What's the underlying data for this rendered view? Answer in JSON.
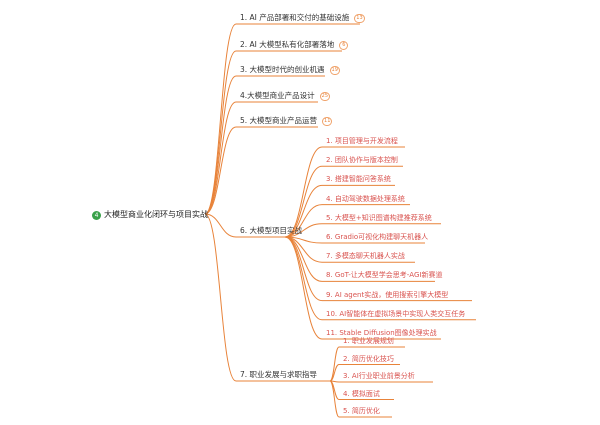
{
  "colors": {
    "connector": "#e8833a",
    "root_dot": "#3aa14a",
    "branch_text": "#333333",
    "leaf_text": "#d9534f",
    "badge": "#e8833a"
  },
  "root": {
    "icon_text": "4",
    "label": "大模型商业化闭环与项目实战"
  },
  "branches": [
    {
      "label": "1. AI 产品部署和交付的基础设施",
      "count": "13"
    },
    {
      "label": "2. AI 大模型私有化部署落地",
      "count": "6"
    },
    {
      "label": "3. 大模型时代的创业机遇",
      "count": "19"
    },
    {
      "label": "4.大模型商业产品设计",
      "count": "25"
    },
    {
      "label": "5. 大模型商业产品运营",
      "count": "11"
    },
    {
      "label": "6. 大模型项目实战",
      "children": [
        "1. 项目管理与开发流程",
        "2. 团队协作与版本控制",
        "3. 搭建智能问答系统",
        "4. 自动驾驶数据处理系统",
        "5. 大模型+知识图谱构建推荐系统",
        "6. Gradio可视化构建聊天机器人",
        "7. 多模态聊天机器人实战",
        "8. GoT-让大模型学会思考-AGI新赛道",
        "9. AI agent实战，使用搜索引擎大模型",
        "10. AI智能体在虚拟场景中实现人类交互任务",
        "11. Stable Diffusion图像处理实战"
      ]
    },
    {
      "label": "7. 职业发展与求职指导",
      "children": [
        "1. 职业发展规划",
        "2. 简历优化技巧",
        "3. AI行业职业前景分析",
        "4. 模拟面试",
        "5. 简历优化"
      ]
    }
  ]
}
